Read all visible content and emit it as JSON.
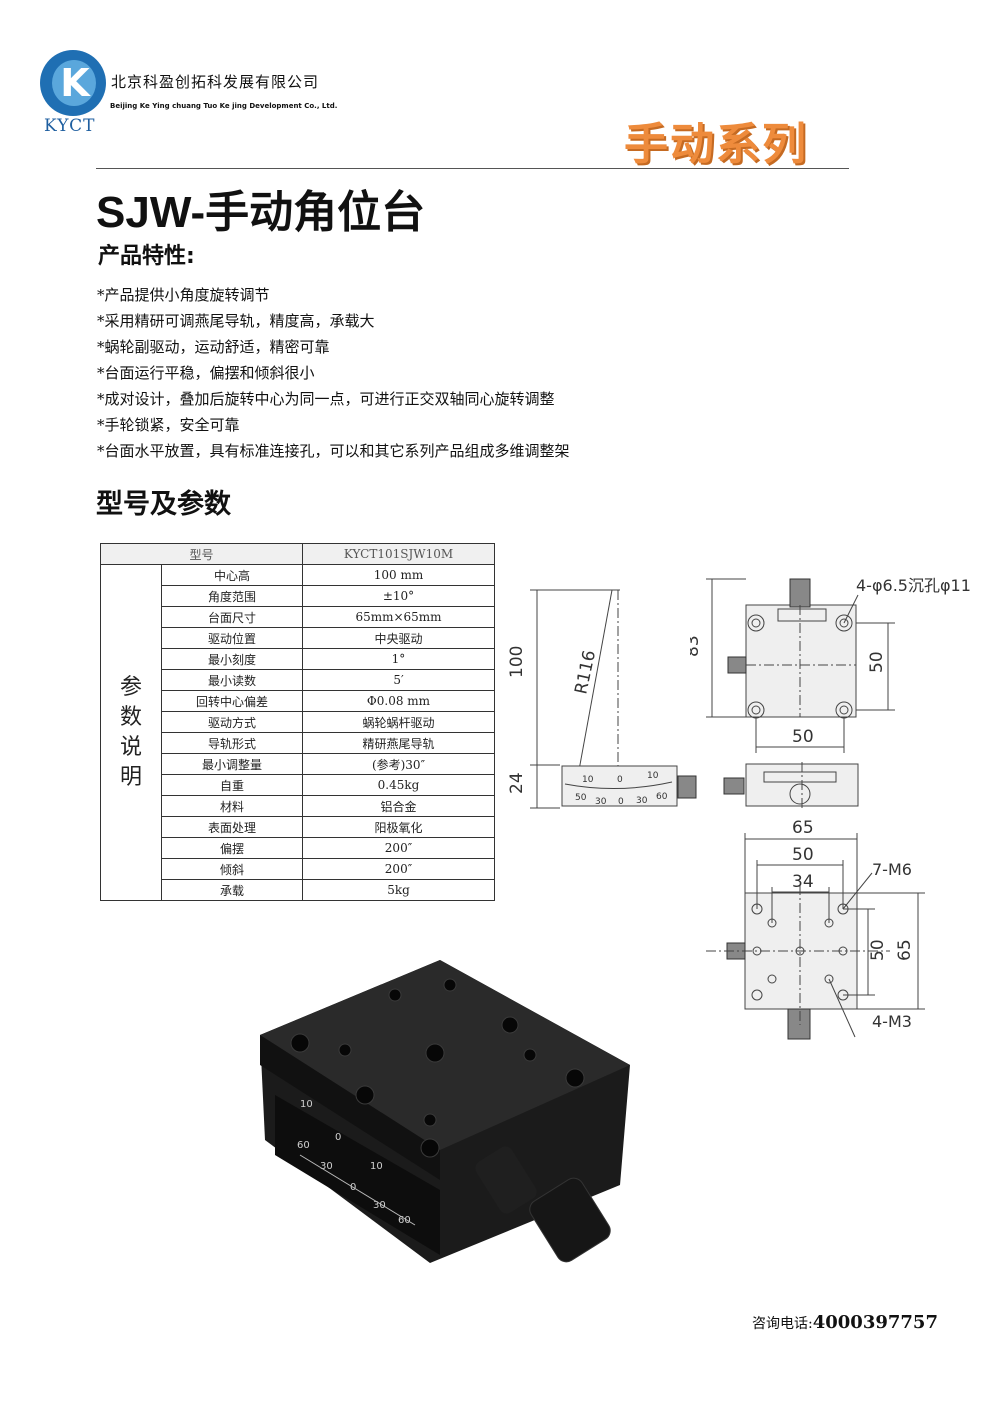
{
  "header": {
    "logo_abbr": "KYCT",
    "company_cn": "北京科盈创拓科发展有限公司",
    "company_en": "Beijing Ke Ying chuang Tuo Ke jing Development Co., Ltd.",
    "series": "手动系列"
  },
  "title": "SJW-手动角位台",
  "features": {
    "heading": "产品特性:",
    "items": [
      "*产品提供小角度旋转调节",
      "*采用精研可调燕尾导轨，精度高，承载大",
      "*蜗轮副驱动，运动舒适，精密可靠",
      "*台面运行平稳，偏摆和倾斜很小",
      "*成对设计，叠加后旋转中心为同一点，可进行正交双轴同心旋转调整",
      "*手轮锁紧，安全可靠",
      "*台面水平放置，具有标准连接孔，可以和其它系列产品组成多维调整架"
    ]
  },
  "spec": {
    "heading": "型号及参数",
    "header_label": "型号",
    "header_value": "KYCT101SJW10M",
    "group_label": "参数说明",
    "rows": [
      {
        "param": "中心高",
        "value": "100 mm"
      },
      {
        "param": "角度范围",
        "value": "±10°"
      },
      {
        "param": "台面尺寸",
        "value": "65mm×65mm"
      },
      {
        "param": "驱动位置",
        "value": "中央驱动"
      },
      {
        "param": "最小刻度",
        "value": "1°"
      },
      {
        "param": "最小读数",
        "value": "5′"
      },
      {
        "param": "回转中心偏差",
        "value": "Φ0.08 mm"
      },
      {
        "param": "驱动方式",
        "value": "蜗轮蜗杆驱动"
      },
      {
        "param": "导轨形式",
        "value": "精研燕尾导轨"
      },
      {
        "param": "最小调整量",
        "value": "(参考)30″"
      },
      {
        "param": "自重",
        "value": "0.45kg"
      },
      {
        "param": "材料",
        "value": "铝合金"
      },
      {
        "param": "表面处理",
        "value": "阳极氧化"
      },
      {
        "param": "偏摆",
        "value": "200″"
      },
      {
        "param": "倾斜",
        "value": "200″"
      },
      {
        "param": "承载",
        "value": "5kg"
      }
    ]
  },
  "drawing": {
    "dim_100": "100",
    "dim_24": "24",
    "radius": "R116",
    "scale_labels": [
      "10",
      "0",
      "10",
      "50",
      "30",
      "0",
      "30",
      "60"
    ],
    "top_dim_83": "83",
    "top_dim_50v": "50",
    "top_dim_50h": "50",
    "top_holes": "4-φ6.5沉孔φ11",
    "bottom_dim_65": "65",
    "bottom_dim_50": "50",
    "bottom_dim_34": "34",
    "bottom_dim_50v": "50",
    "bottom_dim_65v": "65",
    "label_m6": "7-M6",
    "label_m3": "4-M3"
  },
  "photo": {
    "scale_labels": [
      "10",
      "0",
      "60",
      "30",
      "10",
      "0",
      "30",
      "60"
    ]
  },
  "footer": {
    "label": "咨询电话:",
    "phone": "4000397757"
  }
}
